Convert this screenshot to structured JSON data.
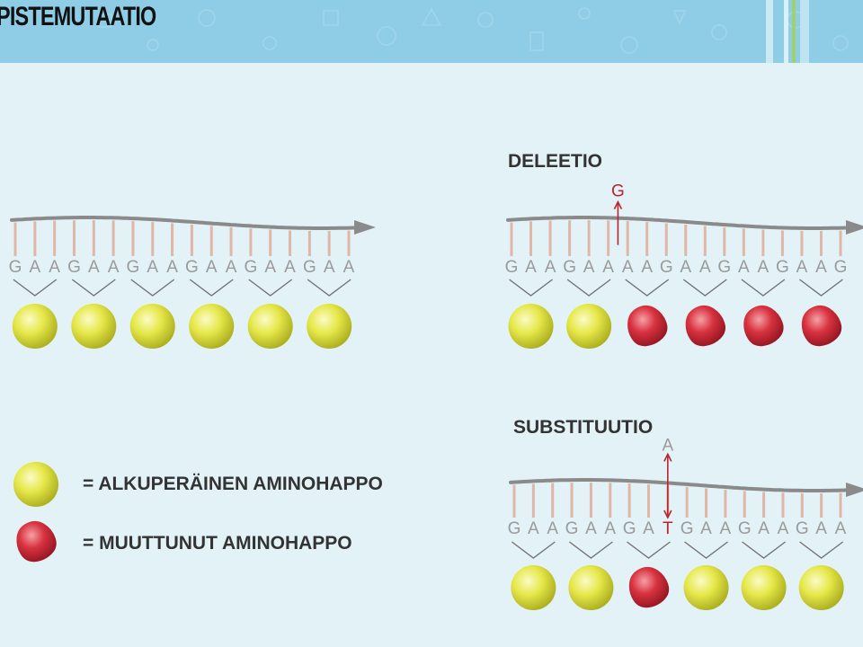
{
  "header": {
    "title": "PISTEMUTAATIO",
    "color": "#8fcde6"
  },
  "colors": {
    "background": "#e3f2f7",
    "normal_amino_acid": "#e6e84a",
    "mutated_amino_acid": "#d8323f",
    "mutation_mark": "#b8242f",
    "strand": "#8a8a8a",
    "tick": "#e0b7a6",
    "base_letter": "#9a9a9a"
  },
  "original": {
    "bases": [
      "G",
      "A",
      "A",
      "G",
      "A",
      "A",
      "G",
      "A",
      "A",
      "G",
      "A",
      "A",
      "G",
      "A",
      "A",
      "G",
      "A",
      "A"
    ],
    "amino_acids": [
      "normal",
      "normal",
      "normal",
      "normal",
      "normal",
      "normal"
    ]
  },
  "deletion": {
    "title": "DELEETIO",
    "deleted_base": "G",
    "bases": [
      "G",
      "A",
      "A",
      "G",
      "A",
      "A",
      "A",
      "A",
      "G",
      "A",
      "A",
      "G",
      "A",
      "A",
      "G",
      "A",
      "A",
      "G"
    ],
    "amino_acids": [
      "normal",
      "normal",
      "mutated",
      "mutated",
      "mutated",
      "mutated"
    ]
  },
  "substitution": {
    "title": "SUBSTITUUTIO",
    "original_base": "A",
    "bases": [
      "G",
      "A",
      "A",
      "G",
      "A",
      "A",
      "G",
      "A",
      "T",
      "G",
      "A",
      "A",
      "G",
      "A",
      "A",
      "G",
      "A",
      "A"
    ],
    "substituted_index": 8,
    "amino_acids": [
      "normal",
      "normal",
      "mutated",
      "normal",
      "normal",
      "normal"
    ]
  },
  "legend": {
    "normal_label": "= ALKUPERÄINEN AMINOHAPPO",
    "mutated_label": "= MUUTTUNUT AMINOHAPPO"
  }
}
